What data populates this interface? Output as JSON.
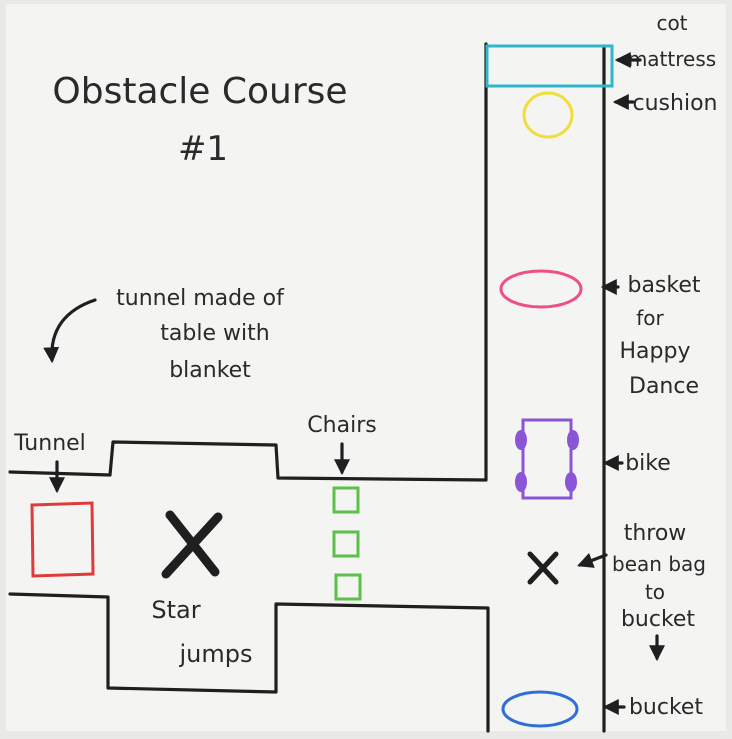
{
  "title": {
    "line1": "Obstacle Course",
    "line2": "#1"
  },
  "note_tunnel": {
    "line1": "tunnel made of",
    "line2": "table with",
    "line3": "blanket"
  },
  "labels": {
    "tunnel": "Tunnel",
    "chairs": "Chairs",
    "star_jumps_1": "Star",
    "star_jumps_2": "jumps",
    "cot_1": "cot",
    "cot_2": "mattress",
    "cushion": "cushion",
    "basket_1": "basket",
    "basket_2": "for",
    "basket_3": "Happy",
    "basket_4": "Dance",
    "bike": "bike",
    "throw_1": "throw",
    "throw_2": "bean bag",
    "throw_3": "to",
    "throw_4": "bucket",
    "bucket": "bucket"
  },
  "colors": {
    "paper": "#f4f4f2",
    "ink": "#1f1f1f",
    "mattress": "#2fb6c9",
    "cushion": "#f2de3a",
    "basket": "#ef4f86",
    "bike": "#8a55d6",
    "bucket": "#2e6fd6",
    "tunnel": "#e03b3b",
    "chairs": "#5cc04a"
  }
}
